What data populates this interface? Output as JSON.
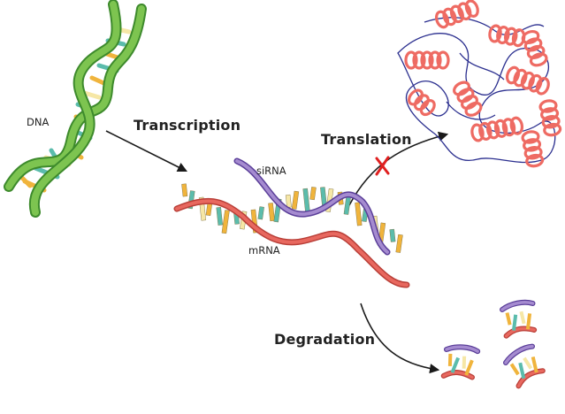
{
  "labels": {
    "dna": "DNA",
    "transcription": "Transcription",
    "translation": "Translation",
    "sirna": "siRNA",
    "mrna": "mRNA",
    "degradation": "Degradation"
  },
  "colors": {
    "dna_green": "#7dc450",
    "dna_green_dark": "#3d8a2c",
    "mrna_red": "#e8685f",
    "mrna_red_dark": "#b93f38",
    "sirna_purple": "#a58bd0",
    "sirna_purple_dark": "#5b3f99",
    "base_yellow": "#f0b43c",
    "base_teal": "#5bbcac",
    "base_cream": "#f6e7a6",
    "protein_helix": "#ee6b63",
    "protein_chain": "#2b2f8f",
    "arrow": "#1a1a1a",
    "block_x": "#e02020"
  }
}
